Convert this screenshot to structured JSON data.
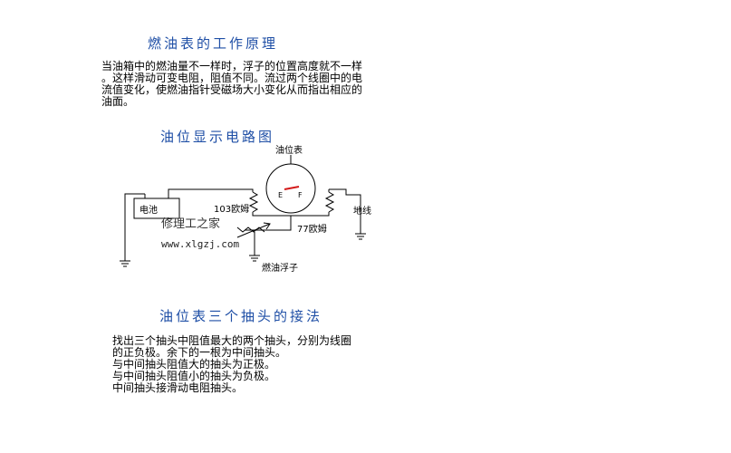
{
  "heading1": "燃油表的工作原理",
  "para1": [
    "当油箱中的燃油量不一样时，浮子的位置高度就不一样",
    "。这样滑动可变电阻，阻值不同。流过两个线圈中的电",
    "流值变化，使燃油指针受磁场大小变化从而指出相应的",
    "油面。"
  ],
  "heading2": "油位显示电路图",
  "diagram": {
    "battery_label": "电池",
    "gauge_label": "油位表",
    "gauge_e": "E",
    "gauge_f": "F",
    "resistor_left_label": "103欧姆",
    "resistor_right_label": "77欧姆",
    "ground_label": "地线",
    "float_label": "燃油浮子"
  },
  "watermark": {
    "name": "修理工之家",
    "url": "www.xlgzj.com"
  },
  "heading3": "油位表三个抽头的接法",
  "para2": [
    "找出三个抽头中阻值最大的两个抽头，分别为线圈",
    "的正负极。余下的一根为中间抽头。",
    "与中间抽头阻值大的抽头为正极。",
    "与中间抽头阻值小的抽头为负极。",
    "中间抽头接滑动电阻抽头。"
  ]
}
